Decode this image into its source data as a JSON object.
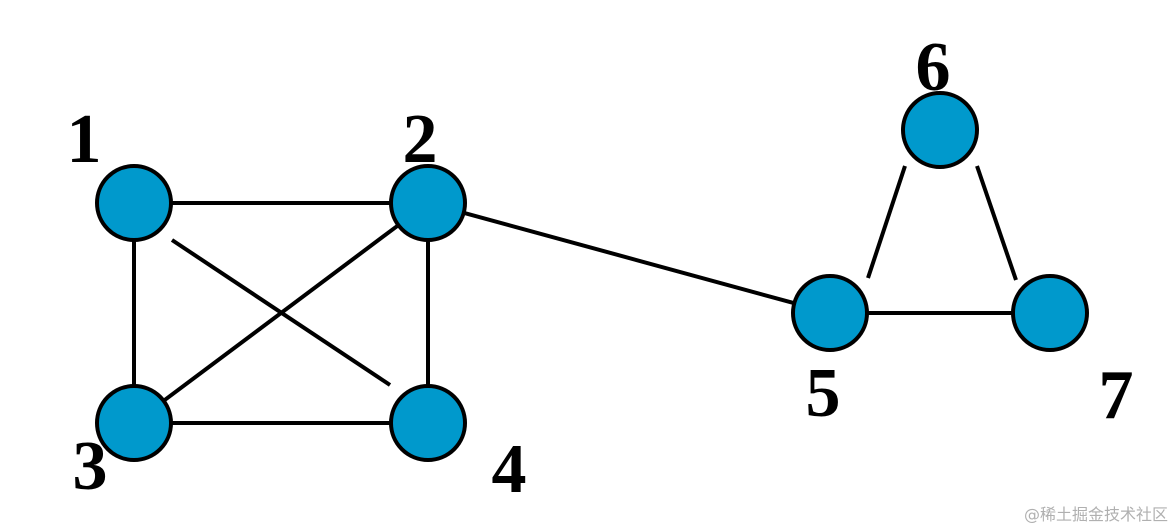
{
  "graph": {
    "node_color": "#0099CC",
    "edge_color": "#000000",
    "nodes": [
      {
        "id": "1",
        "label": "1"
      },
      {
        "id": "2",
        "label": "2"
      },
      {
        "id": "3",
        "label": "3"
      },
      {
        "id": "4",
        "label": "4"
      },
      {
        "id": "5",
        "label": "5"
      },
      {
        "id": "6",
        "label": "6"
      },
      {
        "id": "7",
        "label": "7"
      }
    ],
    "edges": [
      [
        "1",
        "2"
      ],
      [
        "1",
        "3"
      ],
      [
        "1",
        "4"
      ],
      [
        "2",
        "3"
      ],
      [
        "2",
        "4"
      ],
      [
        "3",
        "4"
      ],
      [
        "2",
        "5"
      ],
      [
        "5",
        "6"
      ],
      [
        "5",
        "7"
      ],
      [
        "6",
        "7"
      ]
    ]
  },
  "watermark": "@稀土掘金技术社区"
}
